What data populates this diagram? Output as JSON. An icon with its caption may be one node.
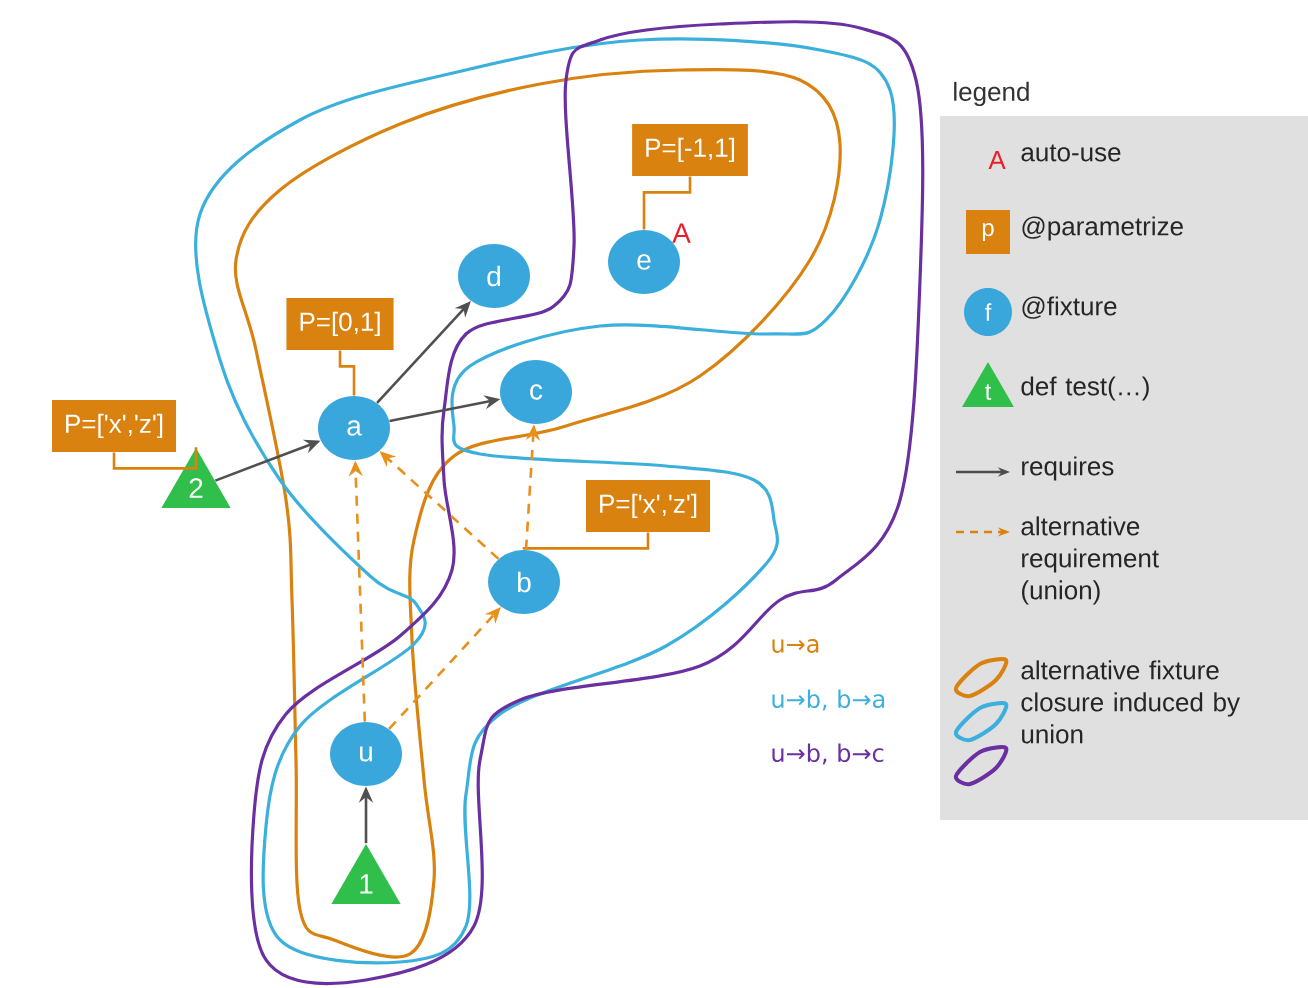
{
  "diagram": {
    "nodes": [
      {
        "text": [
          "P=[-1,1]"
        ]
      },
      {
        "text": [
          "e"
        ],
        "beside": [
          "A"
        ]
      },
      {
        "text": [
          "d"
        ]
      },
      {
        "text": [
          "P=[0,1]"
        ]
      },
      {
        "text": [
          "a"
        ]
      },
      {
        "text": [
          "c"
        ]
      },
      {
        "text": [
          "P=['x','z']"
        ]
      },
      {
        "text": [
          "2"
        ]
      },
      {
        "text": [
          "P=['x','z']"
        ]
      },
      {
        "text": [
          "b"
        ]
      },
      {
        "text": [
          "u"
        ]
      },
      {
        "text": [
          "1"
        ]
      }
    ],
    "edges": [
      {
        "from": 0,
        "to": 1,
        "arrow": "none",
        "color": "#d9820f"
      },
      {
        "from": 3,
        "to": 4,
        "arrow": "none",
        "color": "#d9820f"
      },
      {
        "from": 6,
        "to": 7,
        "arrow": "none",
        "color": "#d9820f"
      },
      {
        "from": 8,
        "to": 9,
        "arrow": "none",
        "color": "#d9820f"
      },
      {
        "from": 4,
        "to": 2,
        "arrow": "to",
        "color": "#505050"
      },
      {
        "from": 4,
        "to": 5,
        "arrow": "to",
        "color": "#505050"
      },
      {
        "from": 7,
        "to": 4,
        "arrow": "to",
        "color": "#505050"
      },
      {
        "from": 11,
        "to": 10,
        "arrow": "to",
        "color": "#505050"
      },
      {
        "from": 10,
        "to": 4,
        "arrow": "to",
        "style": "dashed",
        "color": "#e8901a"
      },
      {
        "from": 10,
        "to": 9,
        "arrow": "to",
        "style": "dashed",
        "color": "#e8901a"
      },
      {
        "from": 9,
        "to": 4,
        "arrow": "to",
        "style": "dashed",
        "color": "#e8901a"
      },
      {
        "from": 9,
        "to": 5,
        "arrow": "to",
        "style": "dashed",
        "color": "#e8901a"
      }
    ],
    "labels": [
      "legend",
      "A",
      "p",
      "f",
      "t",
      "u→a",
      "u→b, b→a",
      "u→b, b→c"
    ],
    "legend": [
      {
        "text": "auto-use"
      },
      {
        "text": "@parametrize"
      },
      {
        "text": "@fixture"
      },
      {
        "text": "def test(…)"
      },
      {
        "text": "requires"
      },
      {
        "text": "alternative requirement (union)"
      },
      {
        "text": "alternative fixture closure induced by union"
      }
    ]
  }
}
